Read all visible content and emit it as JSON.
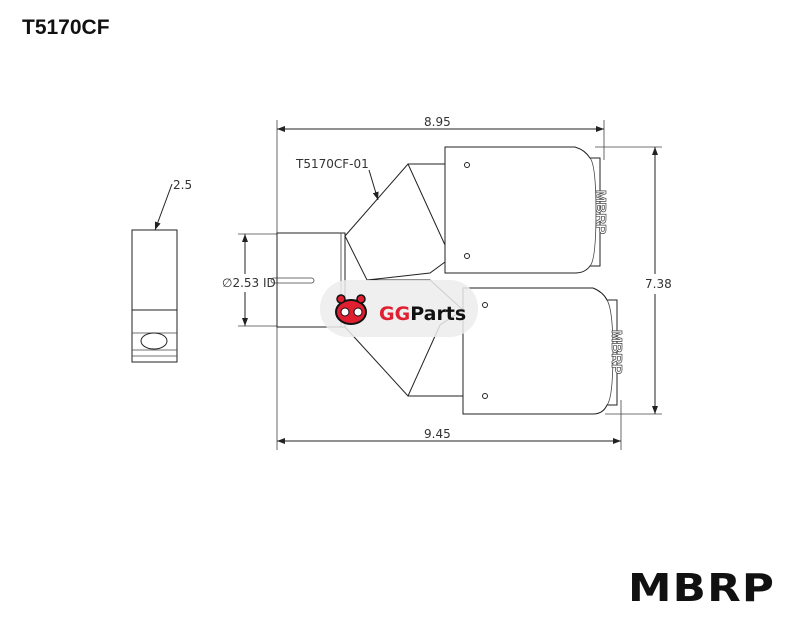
{
  "drawing": {
    "title": "T5170CF",
    "part_label": "T5170CF-01",
    "dimensions": {
      "side_width": "2.5",
      "inlet_diameter": "2.53 ID",
      "diameter_symbol": "∅",
      "top_length": "8.95",
      "bottom_length": "9.45",
      "overall_height": "7.38"
    },
    "tip_logo_text": "MBRP"
  },
  "watermark": {
    "text_gg": "GG",
    "text_parts": "Parts",
    "color": "#e02030"
  },
  "brand_logo": "MBRP"
}
